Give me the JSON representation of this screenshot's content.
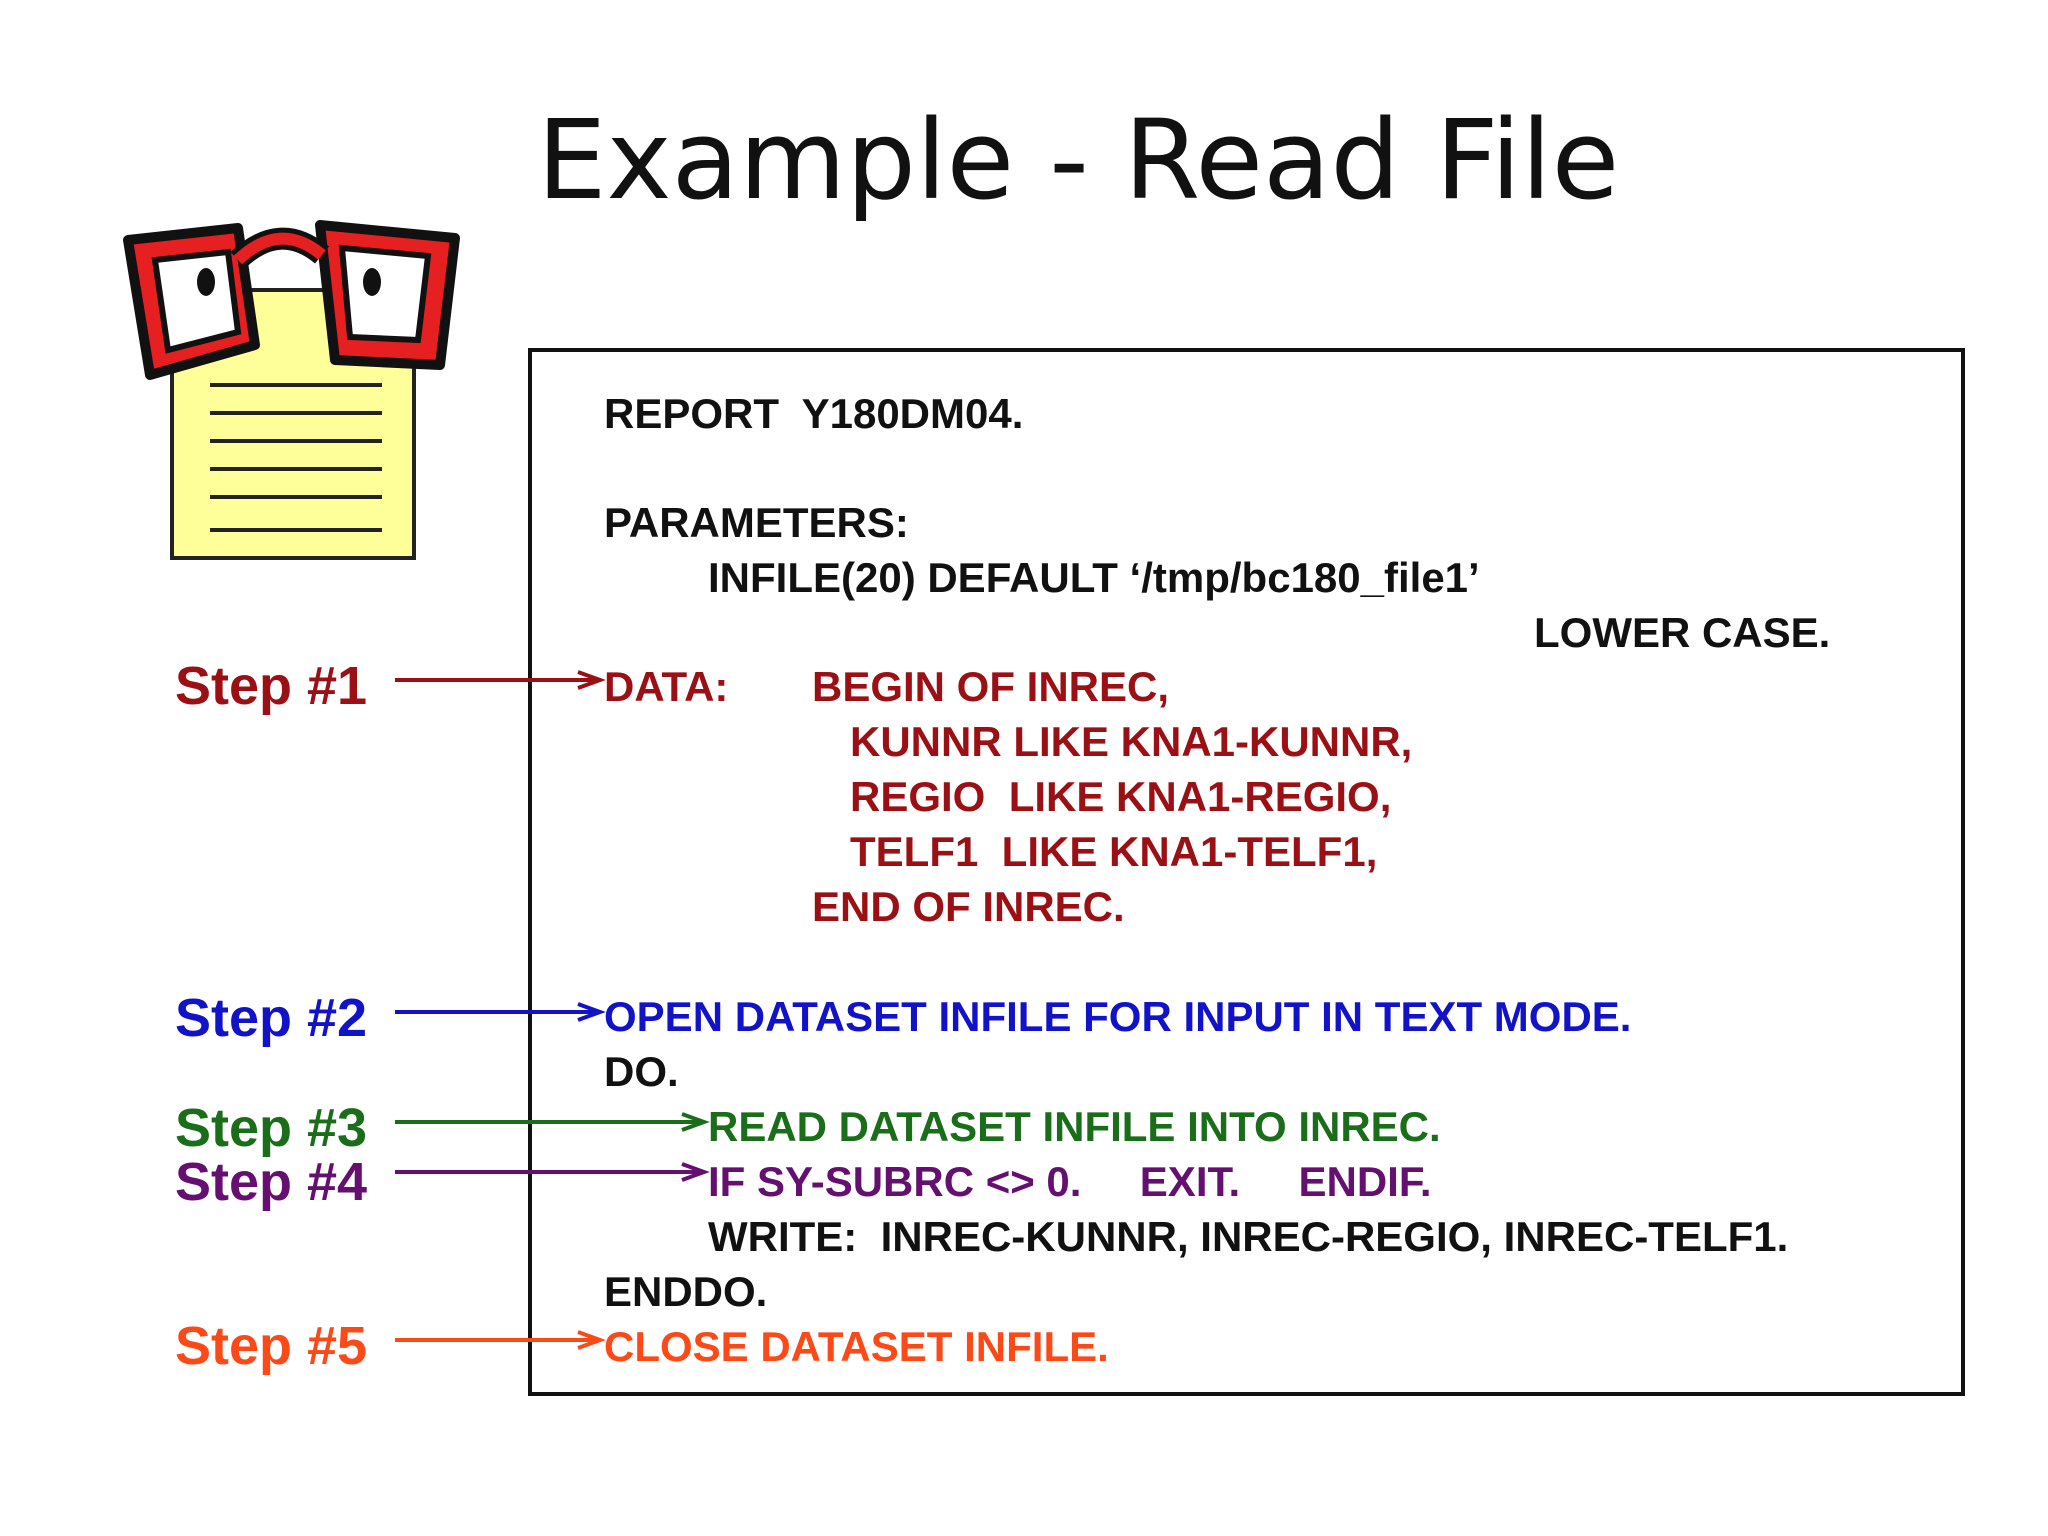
{
  "slide": {
    "title": "Example - Read File"
  },
  "colors": {
    "step1": "#9b1015",
    "step2": "#1212c8",
    "step3": "#1a6e1a",
    "step4": "#651070",
    "step5": "#fb4a18",
    "text": "#111111"
  },
  "steps": [
    {
      "label": "Step #1"
    },
    {
      "label": "Step #2"
    },
    {
      "label": "Step #3"
    },
    {
      "label": "Step #4"
    },
    {
      "label": "Step #5"
    }
  ],
  "code": {
    "report": "REPORT  Y180DM04.",
    "parameters": "PARAMETERS:",
    "infile": "INFILE(20) DEFAULT ‘/tmp/bc180_file1’",
    "lower_case": "LOWER CASE.",
    "data_kw": "DATA:",
    "begin": "BEGIN OF INREC,",
    "kunnr": "KUNNR LIKE KNA1-KUNNR,",
    "regio": "REGIO  LIKE KNA1-REGIO,",
    "telf1": "TELF1  LIKE KNA1-TELF1,",
    "end": "END OF INREC.",
    "open": "OPEN DATASET INFILE FOR INPUT IN TEXT MODE.",
    "do": "DO.",
    "read": "READ DATASET INFILE INTO INREC.",
    "if": "IF SY-SUBRC <> 0.     EXIT.     ENDIF.",
    "write": "WRITE:  INREC-KUNNR, INREC-REGIO, INREC-TELF1.",
    "enddo": "ENDDO.",
    "close": "CLOSE DATASET INFILE."
  },
  "clipart": {
    "icon": "notepad-with-glasses-icon"
  }
}
